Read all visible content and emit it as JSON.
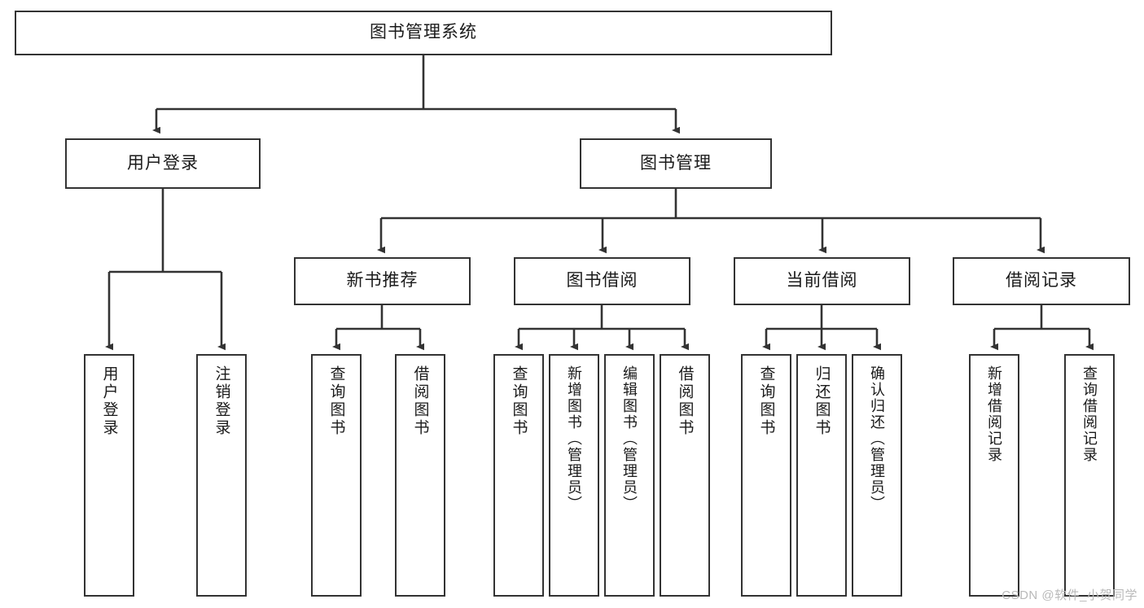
{
  "diagram": {
    "type": "tree",
    "title": "图书管理系统",
    "watermark": "CSDN @软件_小贺同学",
    "colors": {
      "stroke": "#333333",
      "fill": "#ffffff",
      "text": "#1a1a1a",
      "watermark": "#b9b9b9"
    },
    "levels": {
      "root": {
        "label": "图书管理系统"
      },
      "level2": [
        {
          "id": "user-login",
          "label": "用户登录"
        },
        {
          "id": "book-manage",
          "label": "图书管理"
        }
      ],
      "level3": [
        {
          "id": "new-book-rec",
          "label": "新书推荐"
        },
        {
          "id": "book-borrow",
          "label": "图书借阅"
        },
        {
          "id": "current-borrow",
          "label": "当前借阅"
        },
        {
          "id": "borrow-record",
          "label": "借阅记录"
        }
      ],
      "leaves": {
        "user-login": [
          {
            "id": "leaf-user-login",
            "label": "用户登录"
          },
          {
            "id": "leaf-user-logout",
            "label": "注销登录"
          }
        ],
        "new-book-rec": [
          {
            "id": "leaf-query-book-1",
            "label": "查询图书"
          },
          {
            "id": "leaf-borrow-book-1",
            "label": "借阅图书"
          }
        ],
        "book-borrow": [
          {
            "id": "leaf-query-book-2",
            "label": "查询图书"
          },
          {
            "id": "leaf-add-book",
            "label": "新增图书（管理员）"
          },
          {
            "id": "leaf-edit-book",
            "label": "编辑图书（管理员）"
          },
          {
            "id": "leaf-borrow-book-2",
            "label": "借阅图书"
          }
        ],
        "current-borrow": [
          {
            "id": "leaf-query-book-3",
            "label": "查询图书"
          },
          {
            "id": "leaf-return-book",
            "label": "归还图书"
          },
          {
            "id": "leaf-confirm-return",
            "label": "确认归还（管理员）"
          }
        ],
        "borrow-record": [
          {
            "id": "leaf-add-record",
            "label": "新增借阅记录"
          },
          {
            "id": "leaf-query-record",
            "label": "查询借阅记录"
          }
        ]
      }
    }
  }
}
